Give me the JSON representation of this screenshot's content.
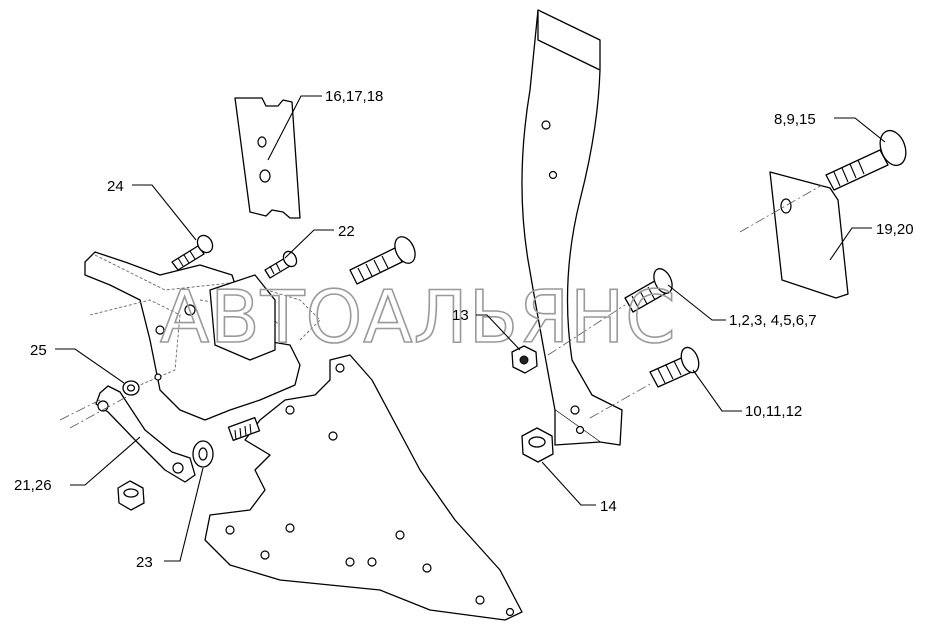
{
  "watermark": "АВТОАЛЬЯНС",
  "callouts": {
    "c16_17_18": "16,17,18",
    "c24": "24",
    "c22": "22",
    "c8_9_15": "8,9,15",
    "c19_20": "19,20",
    "c13": "13",
    "c1_7": "1,2,3, 4,5,6,7",
    "c25": "25",
    "c10_11_12": "10,11,12",
    "c21_26": "21,26",
    "c14": "14",
    "c23": "23"
  }
}
